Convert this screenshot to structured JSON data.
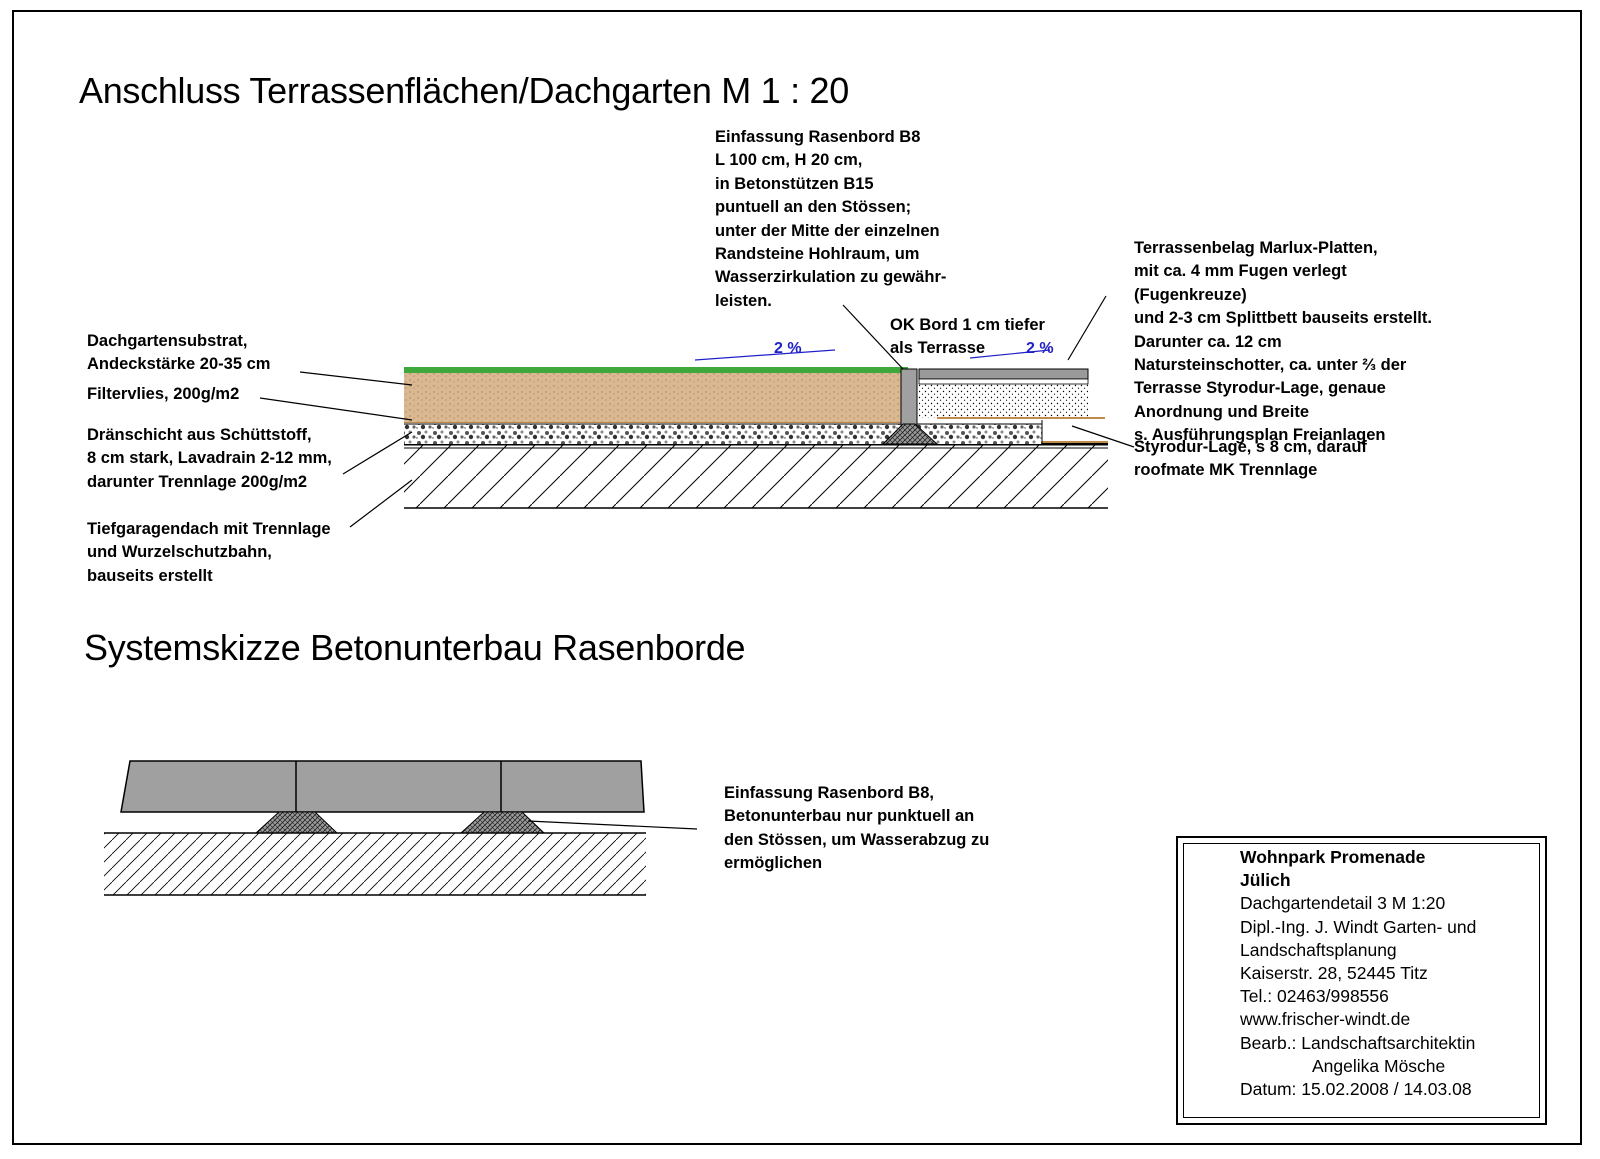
{
  "titles": {
    "main": "Anschluss Terrassenflächen/Dachgarten  M 1 : 20",
    "system": "Systemskizze Betonunterbau Rasenborde"
  },
  "slopes": [
    "2 %",
    "2 %"
  ],
  "notes": {
    "einfassung": [
      "Einfassung Rasenbord B8",
      "L 100 cm, H 20 cm,",
      "in Betonstützen B15",
      "puntuell an den Stössen;",
      "unter der Mitte der einzelnen",
      "Randsteine Hohlraum, um",
      "Wasserzirkulation zu gewähr-",
      "leisten."
    ],
    "okbord": [
      "OK Bord 1 cm tiefer",
      "als Terrasse"
    ],
    "terrasse": [
      "Terrassenbelag Marlux-Platten,",
      "mit ca. 4 mm Fugen verlegt",
      "(Fugenkreuze)",
      "und 2-3 cm Splittbett bauseits erstellt.",
      "Darunter ca. 12 cm",
      "Natursteinschotter, ca. unter ⅔ der",
      "Terrasse Styrodur-Lage, genaue",
      "Anordnung und Breite",
      "s. Ausführungsplan Freianlagen"
    ],
    "styrodur": [
      "Styrodur-Lage, s 8 cm, darauf",
      "roofmate MK Trennlage"
    ],
    "substrat": [
      "Dachgartensubstrat,",
      "Andeckstärke 20-35 cm"
    ],
    "filtervlies": [
      "Filtervlies, 200g/m2"
    ],
    "draen": [
      "Dränschicht aus Schüttstoff,",
      "8 cm stark, Lavadrain 2-12 mm,",
      "darunter Trennlage 200g/m2"
    ],
    "tiefgarage": [
      "Tiefgaragendach mit Trennlage",
      "und Wurzelschutzbahn,",
      "bauseits erstellt"
    ],
    "system": [
      "Einfassung Rasenbord B8,",
      "Betonunterbau nur punktuell an",
      "den Stössen, um Wasserabzug zu",
      "ermöglichen"
    ]
  },
  "titleblock": {
    "project1": "Wohnpark Promenade",
    "project2": "Jülich",
    "lines": [
      "Dachgartendetail 3  M 1:20",
      "Dipl.-Ing. J. Windt Garten- und",
      "Landschaftsplanung",
      "Kaiserstr. 28, 52445 Titz",
      "Tel.: 02463/998556",
      "www.frischer-windt.de",
      "Bearb.: Landschaftsarchitektin"
    ],
    "bearbeiter": "Angelika Mösche",
    "datum": "Datum: 15.02.2008 / 14.03.08"
  },
  "colors": {
    "grass": "#3fa83a",
    "substrate": "#d9b892",
    "paving": "#9a9a9a",
    "curb": "#a0a0a0",
    "membrane": "#c08a4a",
    "slope_text": "#2020c8"
  }
}
